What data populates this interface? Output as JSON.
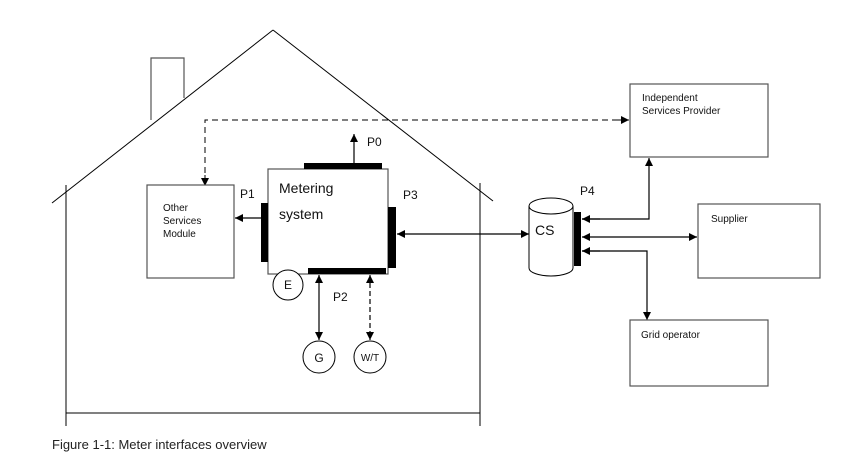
{
  "figure": {
    "caption": "Figure 1-1: Meter interfaces overview"
  },
  "nodes": {
    "metering_system": {
      "line1": "Metering",
      "line2": "system"
    },
    "other_services_module": {
      "line1": "Other",
      "line2": "Services",
      "line3": "Module"
    },
    "cs": {
      "label": "CS"
    },
    "independent_services_provider": {
      "line1": "Independent",
      "line2": "Services Provider"
    },
    "supplier": {
      "label": "Supplier"
    },
    "grid_operator": {
      "label": "Grid operator"
    },
    "e_meter": {
      "label": "E"
    },
    "g_meter": {
      "label": "G"
    },
    "wt_meter": {
      "label": "W/T"
    }
  },
  "ports": {
    "p0": "P0",
    "p1": "P1",
    "p2": "P2",
    "p3": "P3",
    "p4": "P4"
  }
}
